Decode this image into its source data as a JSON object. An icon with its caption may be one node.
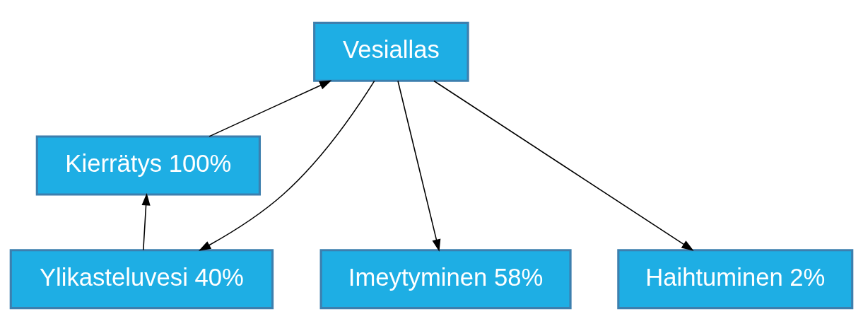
{
  "diagram": {
    "nodes": [
      {
        "text": [
          "Vesiallas"
        ]
      },
      {
        "text": [
          "Kierrätys 100%"
        ]
      },
      {
        "text": [
          "Imeytyminen 58%"
        ]
      },
      {
        "text": [
          "Haihtuminen 2%"
        ]
      },
      {
        "text": [
          "Ylikasteluvesi 40%"
        ]
      }
    ],
    "edges": [
      {
        "from": 0,
        "to": 2,
        "arrow": "to"
      },
      {
        "from": 0,
        "to": 3,
        "arrow": "to"
      },
      {
        "from": 0,
        "to": 4,
        "arrow": "to"
      },
      {
        "from": 4,
        "to": 1,
        "arrow": "to"
      },
      {
        "from": 1,
        "to": 0,
        "arrow": "to"
      }
    ]
  }
}
